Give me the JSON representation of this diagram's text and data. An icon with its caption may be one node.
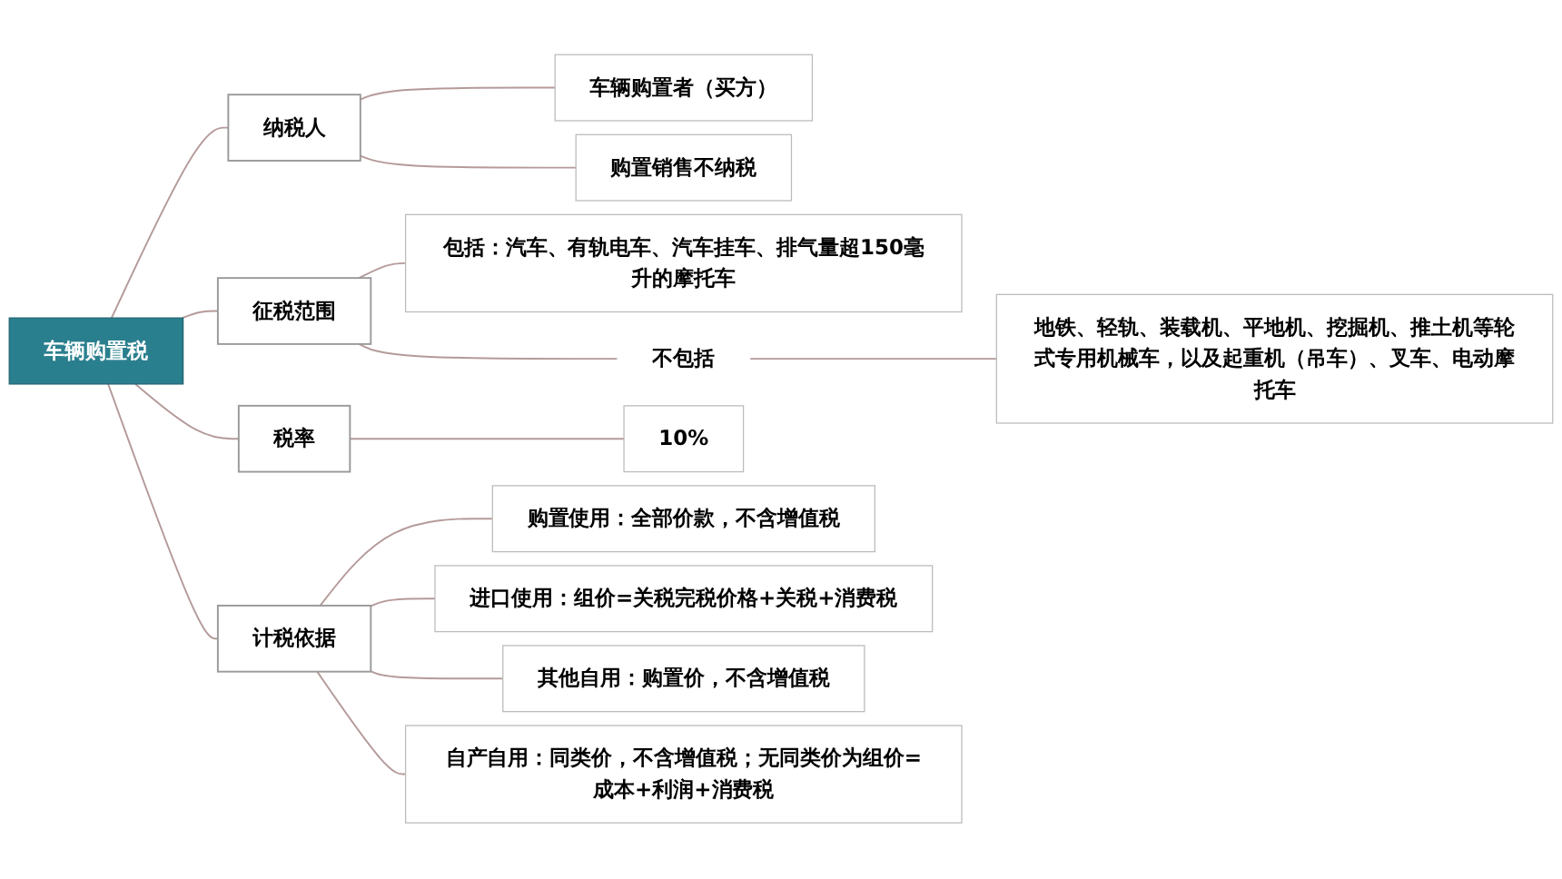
{
  "diagram": {
    "nodes": [
      {
        "text": [
          "车辆购置税"
        ]
      },
      {
        "text": [
          "纳税人"
        ]
      },
      {
        "text": [
          "车辆购置者（买方）"
        ]
      },
      {
        "text": [
          "购置销售不纳税"
        ]
      },
      {
        "text": [
          "征税范围"
        ]
      },
      {
        "text": [
          "包括：汽车、有轨电车、汽车挂车、排气量超150毫升的摩托车"
        ]
      },
      {
        "text": [
          "不包括"
        ]
      },
      {
        "text": [
          "地铁、轻轨、装载机、平地机、挖掘机、推土机等轮式专用机械车，以及起重机（吊车）、叉车、电动摩托车"
        ]
      },
      {
        "text": [
          "税率"
        ]
      },
      {
        "text": [
          "10%"
        ]
      },
      {
        "text": [
          "计税依据"
        ]
      },
      {
        "text": [
          "购置使用：全部价款，不含增值税"
        ]
      },
      {
        "text": [
          "进口使用：组价=关税完税价格+关税+消费税"
        ]
      },
      {
        "text": [
          "其他自用：购置价，不含增值税"
        ]
      },
      {
        "text": [
          "自产自用：同类价，不含增值税；无同类价为组价=成本+利润+消费税"
        ]
      }
    ],
    "edges": [
      {
        "from": 0,
        "to": 1,
        "arrow": "none"
      },
      {
        "from": 1,
        "to": 2,
        "arrow": "none"
      },
      {
        "from": 1,
        "to": 3,
        "arrow": "none"
      },
      {
        "from": 0,
        "to": 4,
        "arrow": "none"
      },
      {
        "from": 4,
        "to": 5,
        "arrow": "none"
      },
      {
        "from": 4,
        "to": 6,
        "arrow": "none"
      },
      {
        "from": 6,
        "to": 7,
        "arrow": "none"
      },
      {
        "from": 0,
        "to": 8,
        "arrow": "none"
      },
      {
        "from": 8,
        "to": 9,
        "arrow": "none"
      },
      {
        "from": 0,
        "to": 10,
        "arrow": "none"
      },
      {
        "from": 10,
        "to": 11,
        "arrow": "none"
      },
      {
        "from": 10,
        "to": 12,
        "arrow": "none"
      },
      {
        "from": 10,
        "to": 13,
        "arrow": "none"
      },
      {
        "from": 10,
        "to": 14,
        "arrow": "none"
      }
    ]
  }
}
